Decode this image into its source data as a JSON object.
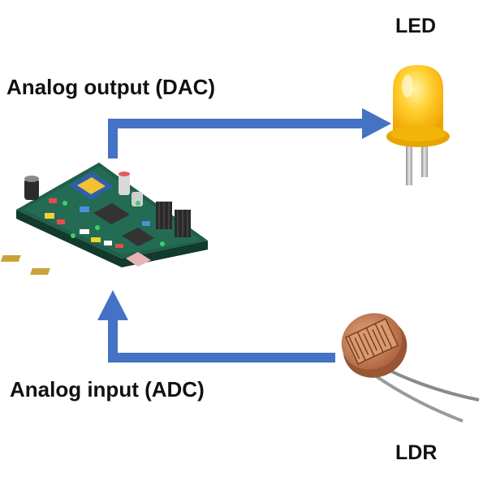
{
  "labels": {
    "led": "LED",
    "analog_output": "Analog output (DAC)",
    "analog_input": "Analog input (ADC)",
    "ldr": "LDR"
  },
  "colors": {
    "arrow": "#4472c4",
    "led_body": "#ffc21a",
    "pcb": "#1f5f4a",
    "ldr_body": "#c7835c"
  },
  "icons": [
    "circuit-board-icon",
    "led-icon",
    "ldr-photoresistor-icon"
  ]
}
